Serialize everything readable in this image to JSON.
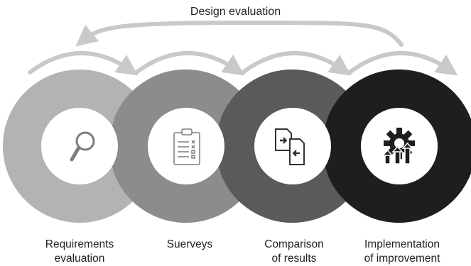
{
  "title": "Design evaluation",
  "colors": {
    "arrow": "#c9c9c9",
    "stage1": "#b3b3b3",
    "stage2": "#8c8c8c",
    "stage3": "#5a5a5a",
    "stage4": "#1e1e1e",
    "icon": "#7d7d7d"
  },
  "stages": [
    {
      "line1": "Requirements",
      "line2": "evaluation",
      "icon": "magnifier-icon"
    },
    {
      "line1": "Suerveys",
      "line2": "",
      "icon": "clipboard-checklist-icon"
    },
    {
      "line1": "Comparison",
      "line2": "of results",
      "icon": "documents-compare-icon"
    },
    {
      "line1": "Implementation",
      "line2": "of improvement",
      "icon": "gear-growth-icon"
    }
  ]
}
